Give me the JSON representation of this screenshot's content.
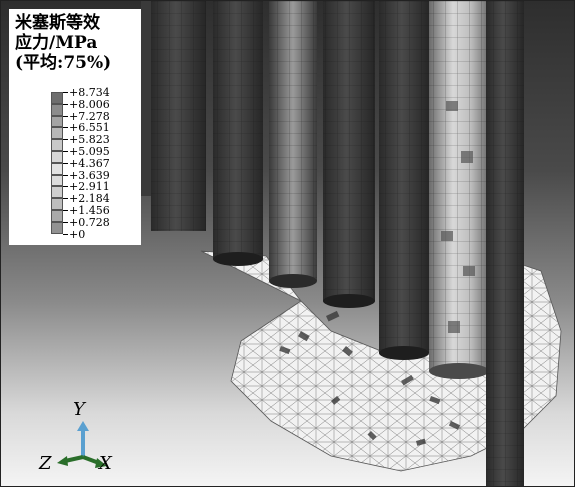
{
  "legend": {
    "title_line1": "米塞斯等效",
    "title_line2": "应力/MPa",
    "title_line3": "(平均:75%)",
    "entries": [
      {
        "label": "+8.734",
        "color": "#6e6e6e"
      },
      {
        "label": "+8.006",
        "color": "#8c8c8c"
      },
      {
        "label": "+7.278",
        "color": "#a4a4a4"
      },
      {
        "label": "+6.551",
        "color": "#b8b8b8"
      },
      {
        "label": "+5.823",
        "color": "#c8c8c8"
      },
      {
        "label": "+5.095",
        "color": "#d6d6d6"
      },
      {
        "label": "+4.367",
        "color": "#e2e2e2"
      },
      {
        "label": "+3.639",
        "color": "#dcdcdc"
      },
      {
        "label": "+2.911",
        "color": "#cfcfcf"
      },
      {
        "label": "+2.184",
        "color": "#bebebe"
      },
      {
        "label": "+1.456",
        "color": "#aaaaaa"
      },
      {
        "label": "+0.728",
        "color": "#929292"
      },
      {
        "label": "+0",
        "color": "#707070"
      }
    ]
  },
  "triad": {
    "y_label": "Y",
    "z_label": "Z",
    "x_label": "X"
  }
}
